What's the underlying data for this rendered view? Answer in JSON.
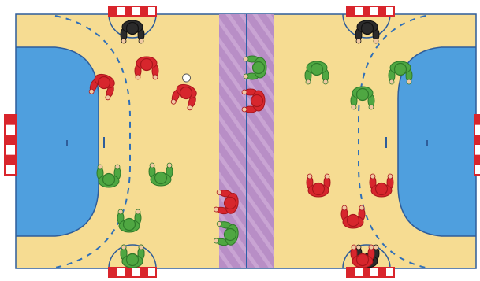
{
  "colors": {
    "background": "#ffffff",
    "court": "#f6dc92",
    "court_line": "#2f5d9a",
    "goal_area": "#4f9fde",
    "center_zone": "#b88ec6",
    "center_zone_stripe": "#c9a4d3",
    "center_line": "#2b5fa8",
    "free_throw_line": "#2f6fb8",
    "goal_red": "#d9252c",
    "goal_white": "#ffffff",
    "team_red": "#d7262d",
    "team_red_dark": "#a8161b",
    "team_green": "#4fa742",
    "team_green_dark": "#2f7a2a",
    "goalkeeper": "#2b2b2b",
    "skin": "#f1c9a3"
  },
  "icons": {
    "player": "player-icon",
    "ball": "ball-icon",
    "goal": "goal-icon"
  },
  "players": [
    {
      "id": "gk-top-left",
      "team": "red",
      "keeper": true
    },
    {
      "id": "gk-bottom-left",
      "team": "green",
      "keeper": true
    },
    {
      "id": "gk-top-right",
      "team": "green",
      "keeper": true
    },
    {
      "id": "gk-bottom-right",
      "team": "red",
      "keeper": true
    },
    {
      "id": "red-1",
      "team": "red"
    },
    {
      "id": "red-2",
      "team": "red"
    },
    {
      "id": "red-3",
      "team": "red",
      "with_ball": true
    },
    {
      "id": "red-4",
      "team": "red"
    },
    {
      "id": "red-5",
      "team": "red"
    },
    {
      "id": "red-6",
      "team": "red"
    },
    {
      "id": "red-7",
      "team": "red"
    },
    {
      "id": "red-8",
      "team": "red"
    },
    {
      "id": "red-9",
      "team": "red"
    },
    {
      "id": "green-1",
      "team": "green"
    },
    {
      "id": "green-2",
      "team": "green"
    },
    {
      "id": "green-3",
      "team": "green"
    },
    {
      "id": "green-4",
      "team": "green"
    },
    {
      "id": "green-5",
      "team": "green"
    },
    {
      "id": "green-6",
      "team": "green"
    },
    {
      "id": "green-7",
      "team": "green"
    },
    {
      "id": "green-8",
      "team": "green"
    },
    {
      "id": "green-9",
      "team": "green"
    }
  ]
}
